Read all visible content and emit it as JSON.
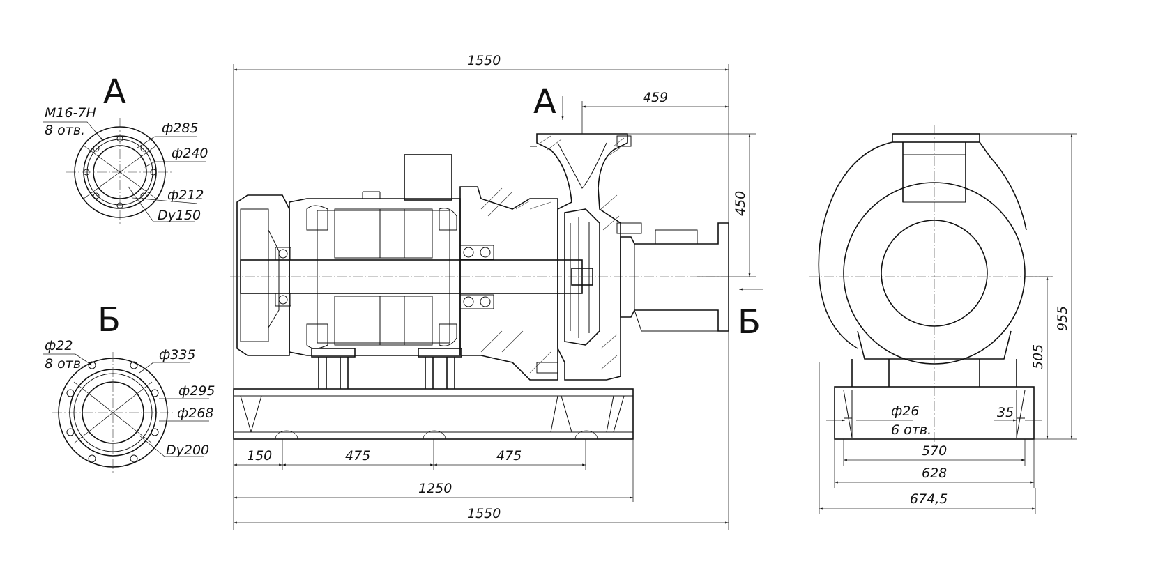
{
  "views": {
    "a": {
      "letter": "А",
      "thread": "M16-7H",
      "holes": "8 отв.",
      "d_outer": "ф285",
      "d_bolt": "ф240",
      "d_seal": "ф212",
      "dn": "Dy150"
    },
    "b": {
      "letter": "Б",
      "hole_d": "ф22",
      "holes": "8 отв.",
      "d_outer": "ф335",
      "d_bolt": "ф295",
      "d_seal": "ф268",
      "dn": "Dy200"
    }
  },
  "front_view": {
    "overall_top": "1550",
    "outlet_offset": "459",
    "inlet_height": "450",
    "marker_a": "А",
    "marker_b": "Б",
    "frame_end": "150",
    "frame_pitch_1": "475",
    "frame_pitch_2": "475",
    "frame_length": "1250",
    "overall_bottom": "1550"
  },
  "side_view": {
    "total_height": "955",
    "axis_height": "505",
    "hole_d": "ф26",
    "hole_count": "6 отв.",
    "hole_offset": "35",
    "width_570": "570",
    "width_628": "628",
    "width_674": "674,5"
  },
  "colors": {
    "line": "#111111",
    "background": "#ffffff"
  }
}
